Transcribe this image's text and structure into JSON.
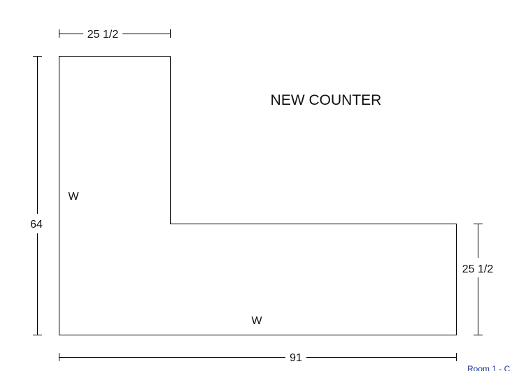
{
  "title": "NEW COUNTER",
  "dimensions": {
    "top_width": "25 1/2",
    "left_height": "64",
    "right_height": "25 1/2",
    "bottom_width": "91"
  },
  "wall_labels": {
    "left": "W",
    "bottom": "W"
  },
  "footer": "Room 1 - C",
  "colors": {
    "line": "#000000",
    "text": "#111111",
    "footer": "#1f3a9a",
    "background": "#ffffff"
  }
}
